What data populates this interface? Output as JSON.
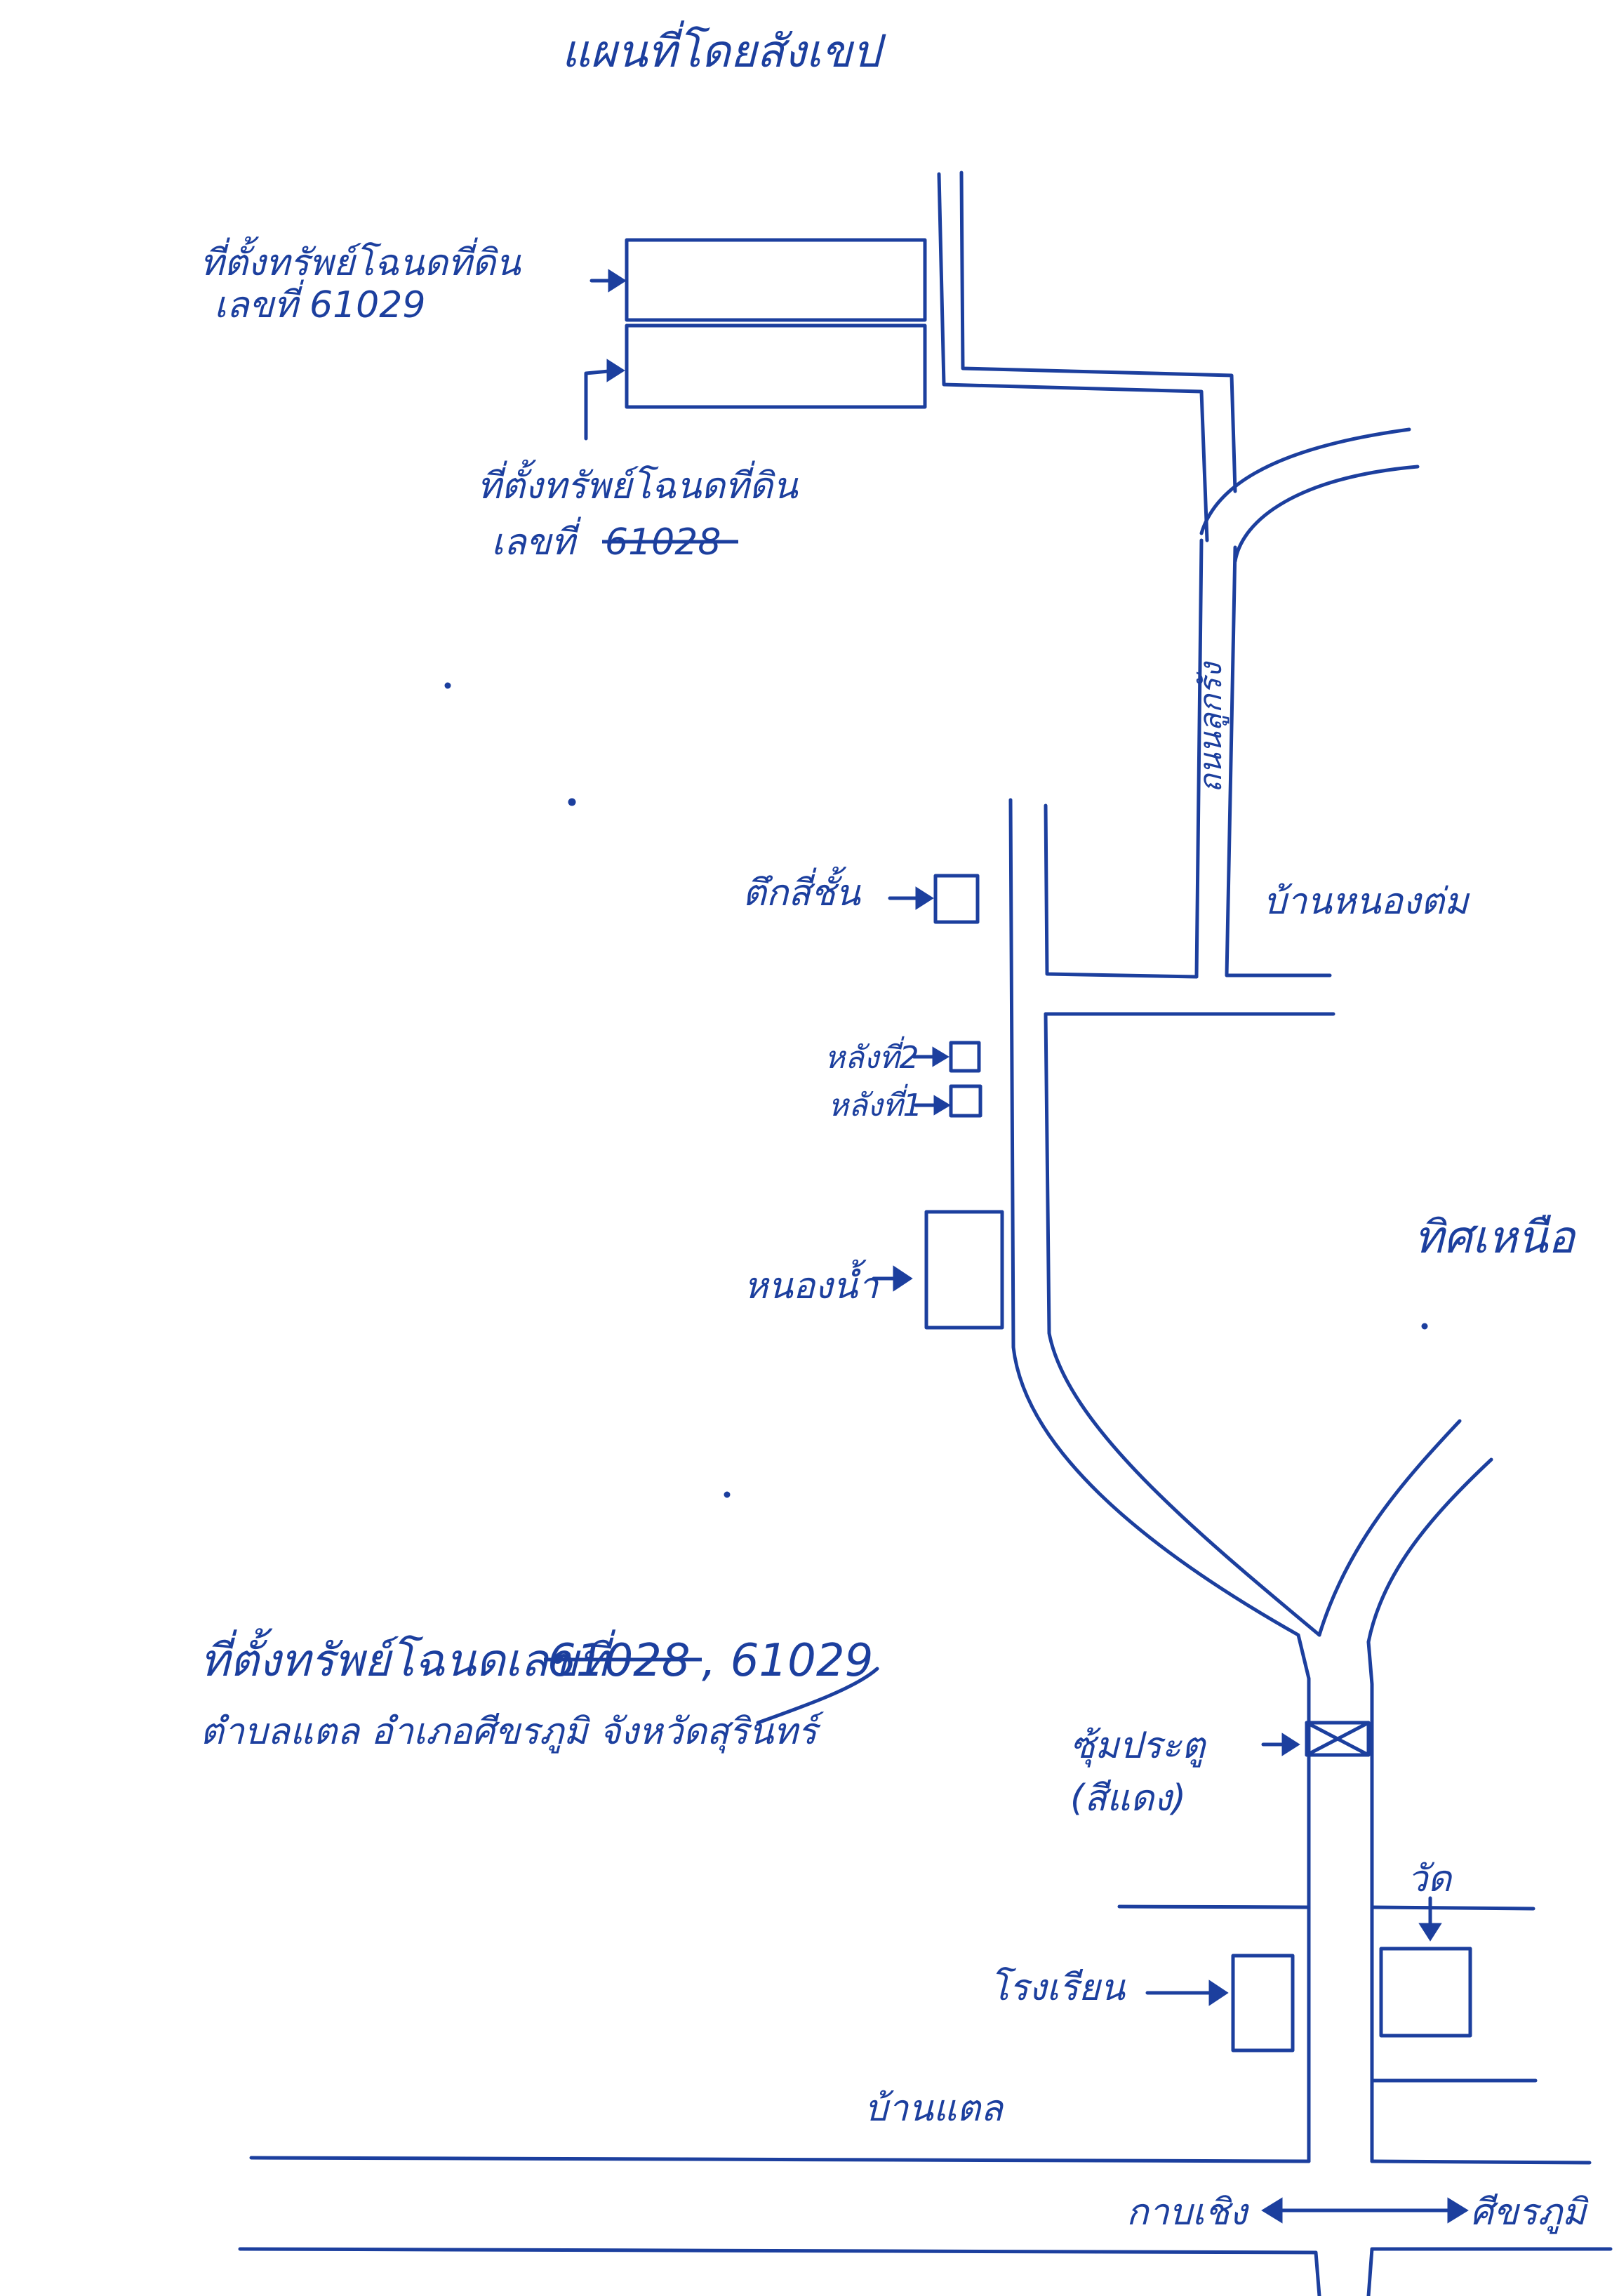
{
  "map": {
    "title": "แผนที่โดยสังเขป",
    "labels": {
      "plot_upper": "ที่ตั้งทรัพย์โฉนดที่ดิน",
      "plot_upper_number": "เลขที่ 61029",
      "plot_lower": "ที่ตั้งทรัพย์โฉนดที่ดิน",
      "plot_lower_prefix": "เลขที่",
      "plot_lower_number_struck": "61028",
      "road_name": "ถนนลูกรัง",
      "shophouse": "ตึกสี่ชั้น",
      "house_2": "หลังที่2",
      "house_1": "หลังที่1",
      "pond": "หนองน้ำ",
      "village_north": "บ้านหนองต่ม",
      "direction_north": "ทิศเหนือ",
      "gate": "ซุ้มประตู",
      "gate_color": "(สีแดง)",
      "temple": "วัด",
      "school": "โรงเรียน",
      "village_south": "บ้านแตล",
      "to_left": "กาบเชิง",
      "to_right": "ศีขรภูมิ",
      "summary_prefix": "ที่ตั้งทรัพย์โฉนดเลขที่",
      "summary_struck": "61028",
      "summary_number": ", 61029",
      "summary_location": "ตำบลแตล อำเภอศีขรภูมิ จังหวัดสุรินทร์"
    },
    "colors": {
      "ink": "#1c3f9e",
      "paper": "#ffffff"
    }
  }
}
